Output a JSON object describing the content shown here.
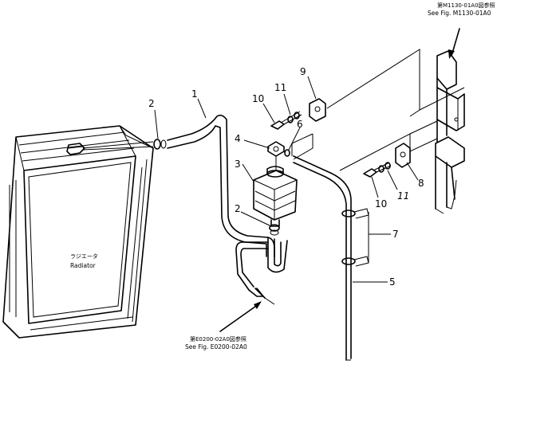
{
  "references": {
    "top_right": {
      "jp": "第M1130-01A0図参照",
      "en": "See Fig. M1130-01A0"
    },
    "bottom": {
      "jp": "第E0200-02A0図参照",
      "en": "See Fig. E0200-02A0"
    }
  },
  "radiator": {
    "jp": "ラジエータ",
    "en": "Radiator"
  },
  "callouts": {
    "c1": "1",
    "c2a": "2",
    "c2b": "2",
    "c3": "3",
    "c4": "4",
    "c5": "5",
    "c6": "6",
    "c7": "7",
    "c8": "8",
    "c9": "9",
    "c10a": "10",
    "c10b": "10",
    "c11a": "11",
    "c11b": "11"
  }
}
